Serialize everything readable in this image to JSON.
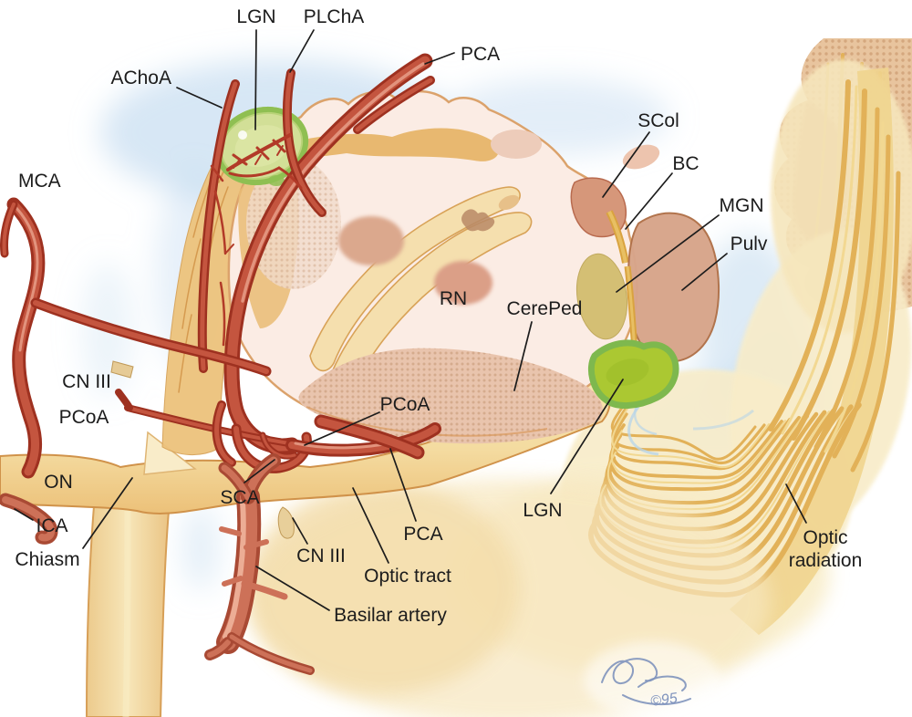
{
  "illustration": {
    "background": "#ffffff",
    "palette": {
      "artery_red": "#b23a28",
      "artery_highlight": "#e69a84",
      "basilar_red": "#cd7158",
      "nerve_cream": "#f6dfa5",
      "nerve_border": "#d0924a",
      "midbrain_fill": "#fbece4",
      "midbrain_border": "#dba26b",
      "peduncle_stipple": "#e9c4ad",
      "red_nucleus": "#db9f87",
      "lgn_green_fill": "#abc832",
      "lgn_green_rim": "#7eb84e",
      "lgn_top_fill": "#d2df97",
      "lgn_top_rim": "#8fbf52",
      "mgn_olive": "#d4bf74",
      "pulvinar_salmon": "#d7a58a",
      "radiation_fiber": "#e2b158",
      "cortex_tan": "#e8c49e",
      "halo_blue": "#bcd7ee",
      "label_ink": "#1c1c1c",
      "signature_ink": "#7f93bd"
    },
    "labels": {
      "lgn_top": "LGN",
      "plcha": "PLChA",
      "pca_top": "PCA",
      "achoa": "AChoA",
      "mca": "MCA",
      "scol": "SCol",
      "bc": "BC",
      "mgn": "MGN",
      "pulv": "Pulv",
      "rn": "RN",
      "cereped": "CerePed",
      "cn3_left": "CN III",
      "pcoa_left": "PCoA",
      "pcoa_mid": "PCoA",
      "on": "ON",
      "ica": "ICA",
      "chiasm": "Chiasm",
      "sca": "SCA",
      "cn3_mid": "CN III",
      "pca_mid": "PCA",
      "optic_tract": "Optic tract",
      "basilar": "Basilar artery",
      "lgn_bottom": "LGN",
      "optic_radiation_line1": "Optic",
      "optic_radiation_line2": "radiation"
    },
    "signature": "©95"
  }
}
